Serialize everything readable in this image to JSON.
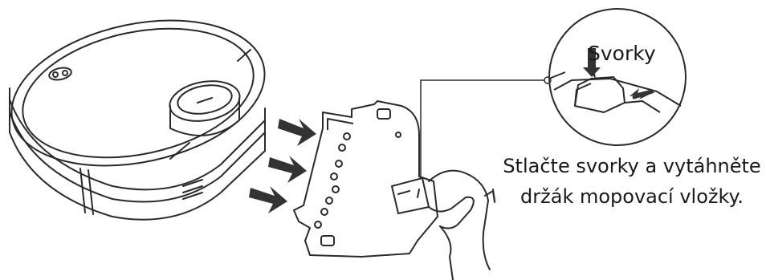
{
  "callout": {
    "label": "Svorky"
  },
  "instruction": {
    "line1": "Stlačte svorky a vytáhněte",
    "line2": "držák mopovací vložky."
  },
  "colors": {
    "line": "#2a2a2a",
    "arrow": "#333333",
    "text": "#1a1a1a"
  },
  "icons": {
    "arrows": "arrow-right-icon",
    "robot": "robot-vacuum-icon",
    "bracket": "mop-bracket-icon",
    "hand": "hand-icon",
    "magnifier": "zoom-callout-icon"
  }
}
